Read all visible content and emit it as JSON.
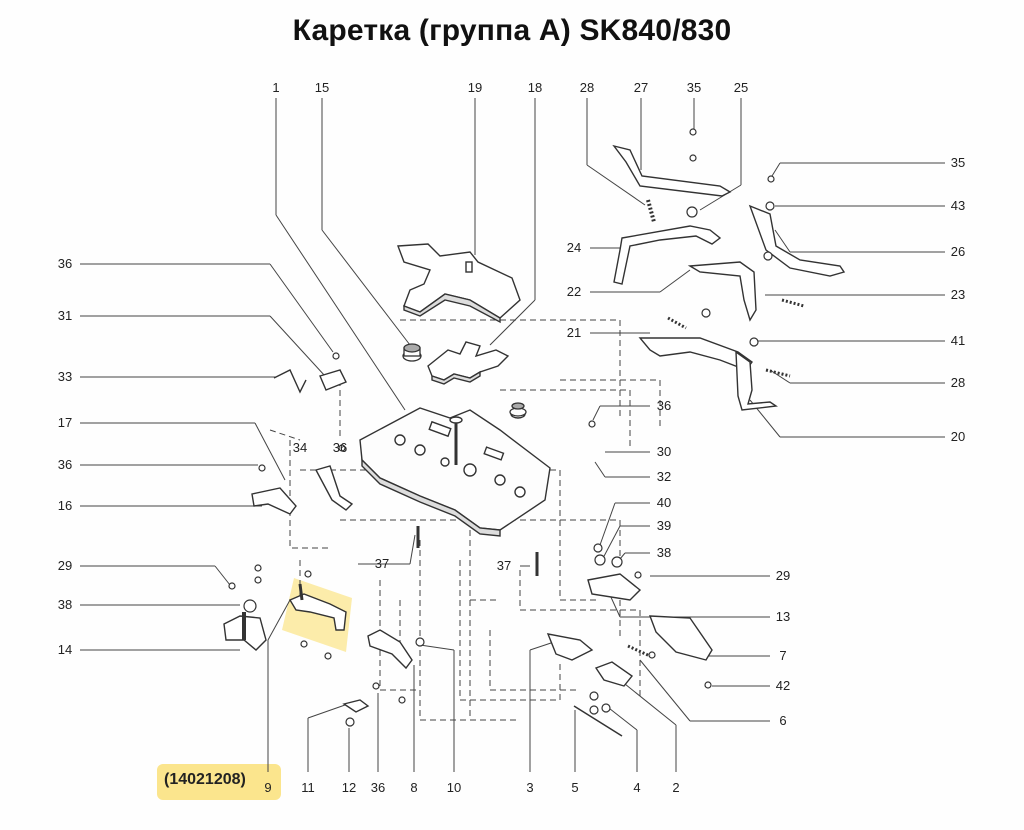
{
  "title": "Каретка (группа A) SK840/830",
  "part_number": "(14021208)",
  "callouts": {
    "top": [
      "1",
      "15",
      "19",
      "18",
      "28",
      "27",
      "35",
      "25"
    ],
    "right": [
      "35",
      "43",
      "26",
      "23",
      "41",
      "28",
      "20",
      "36",
      "30",
      "32",
      "40",
      "39",
      "38",
      "29",
      "13",
      "7",
      "42",
      "6"
    ],
    "left": [
      "36",
      "31",
      "33",
      "17",
      "36",
      "16",
      "29",
      "38",
      "14",
      "24",
      "22",
      "21",
      "34",
      "36",
      "37",
      "37"
    ],
    "bottom": [
      "9",
      "11",
      "12",
      "36",
      "8",
      "10",
      "3",
      "5",
      "4",
      "2"
    ]
  },
  "colors": {
    "line": "#333333",
    "leader": "#444444",
    "highlight": "#fbe58d"
  }
}
